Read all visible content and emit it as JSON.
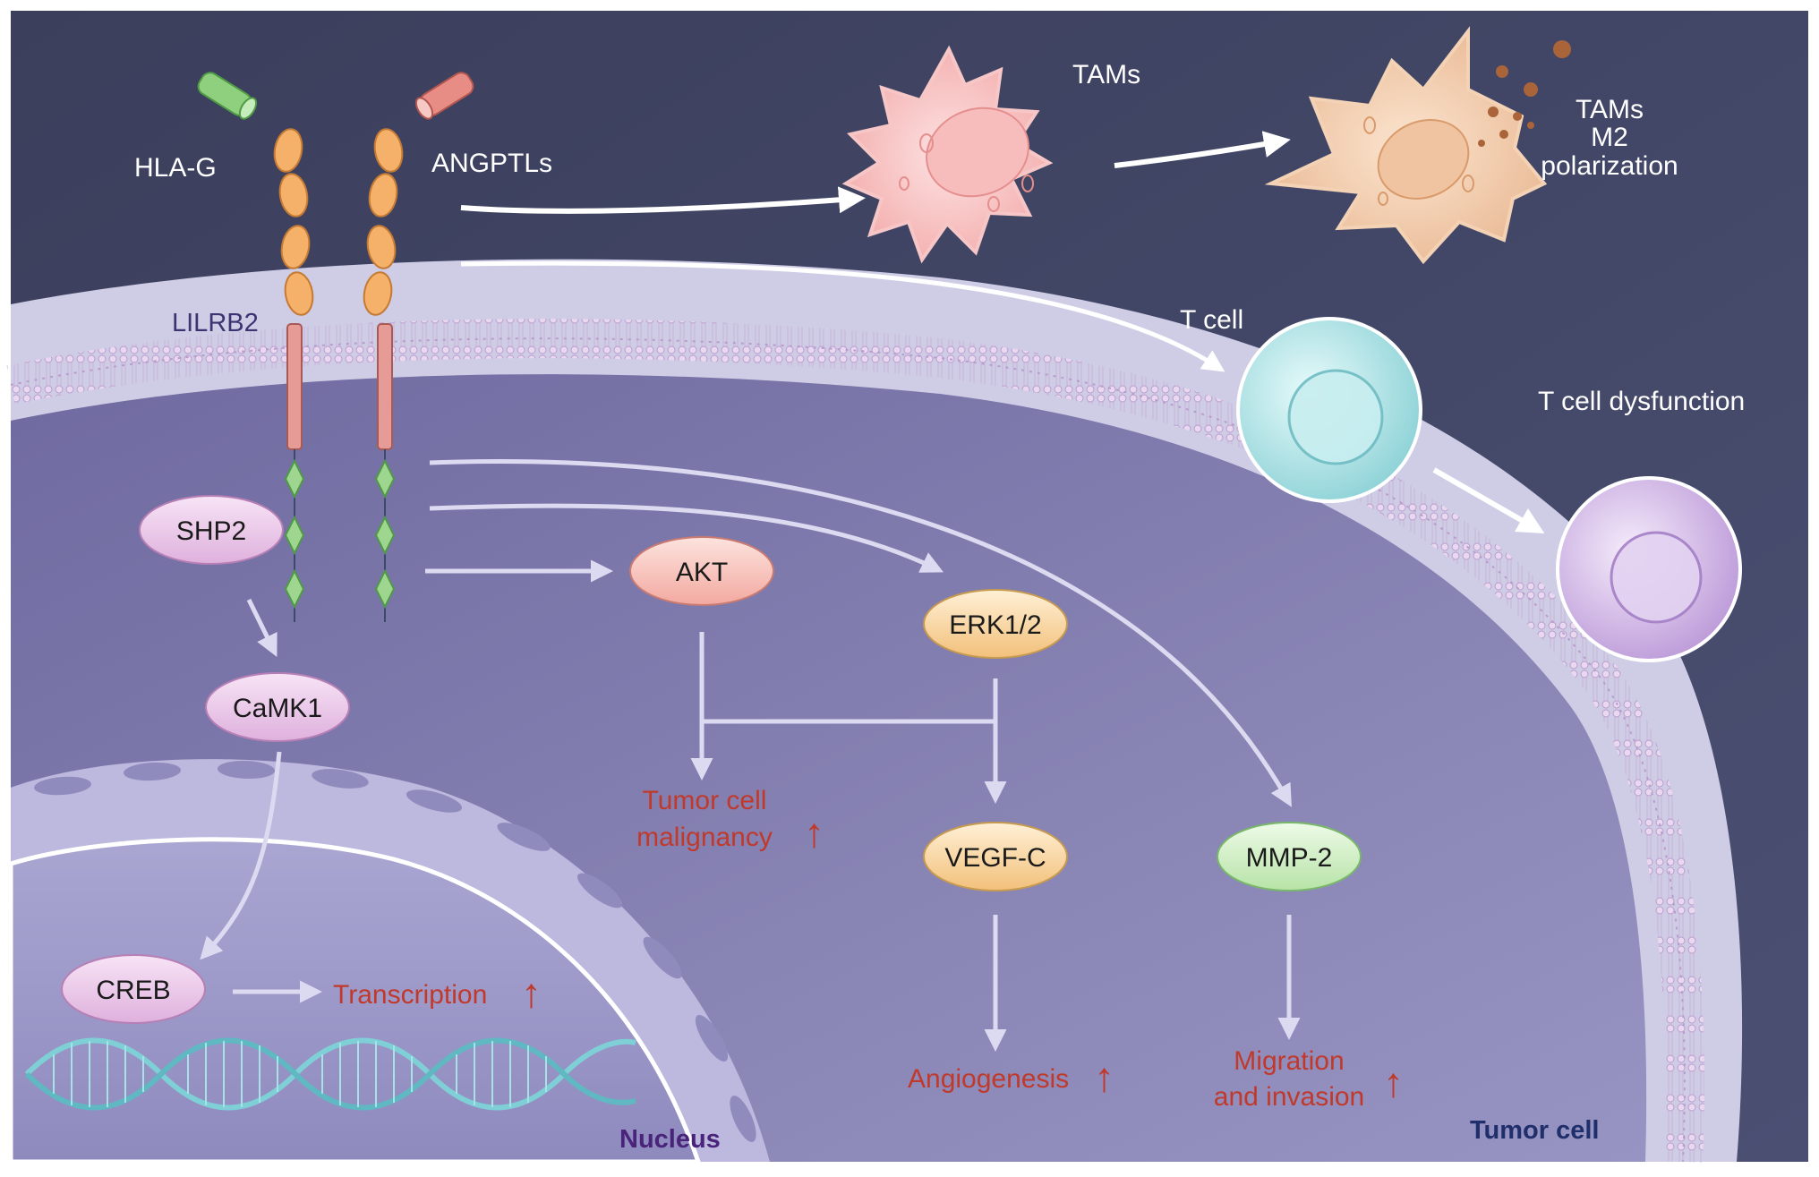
{
  "ligands": {
    "hla_g": "HLA-G",
    "angptls": "ANGPTLs"
  },
  "receptor": {
    "label": "LILRB2"
  },
  "cells": {
    "tams": "TAMs",
    "tams_m2": [
      "TAMs",
      "M2",
      "polarization"
    ],
    "t_cell": "T cell",
    "t_cell_dysfunction": "T cell dysfunction",
    "tumor_cell": "Tumor cell",
    "nucleus": "Nucleus"
  },
  "nodes": {
    "shp2": "SHP2",
    "camk1": "CaMK1",
    "creb": "CREB",
    "akt": "AKT",
    "erk": "ERK1/2",
    "vegf_c": "VEGF-C",
    "mmp2": "MMP-2"
  },
  "outcomes": {
    "transcription": "Transcription",
    "malignancy": [
      "Tumor cell",
      "malignancy"
    ],
    "angiogenesis": "Angiogenesis",
    "migration": [
      "Migration",
      "and invasion"
    ],
    "up_arrow": "↑"
  },
  "colors": {
    "background": "#414566",
    "tumor_cytoplasm": "#7d7aa8",
    "membrane": "#d8d6ea",
    "nucleus_fill": "#9a96c6",
    "outcome_red": "#c0392b",
    "tumor_label": "#1f2f6b",
    "nucleus_label": "#4a237a"
  }
}
